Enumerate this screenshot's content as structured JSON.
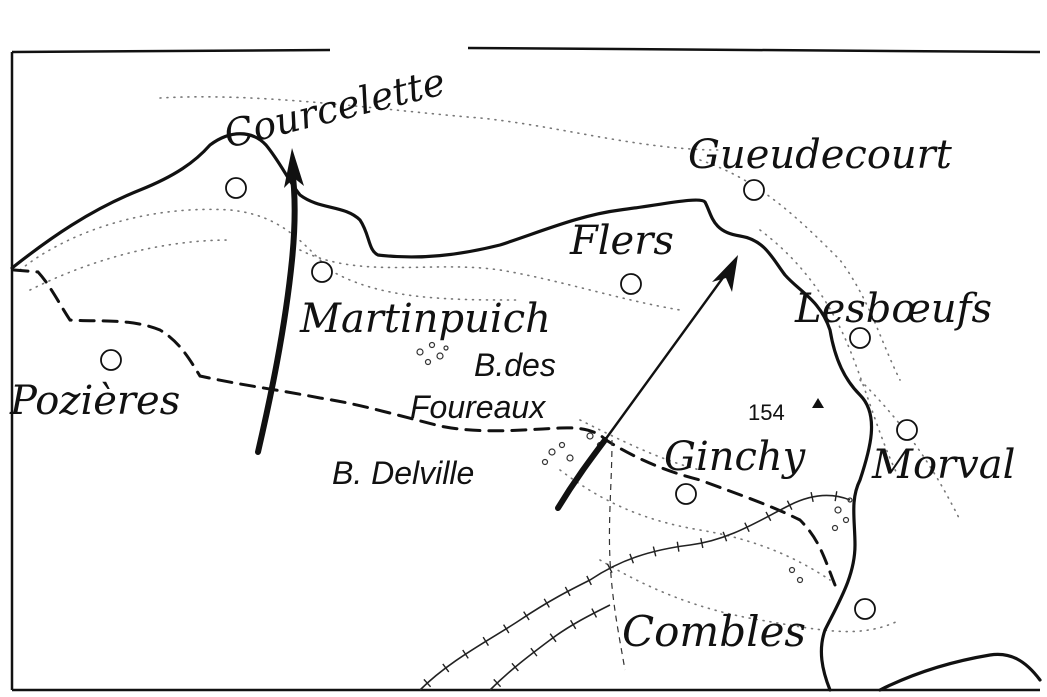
{
  "map": {
    "places": [
      {
        "id": "courcelette",
        "label": "Courcelette"
      },
      {
        "id": "gueudecourt",
        "label": "Gueudecourt"
      },
      {
        "id": "flers",
        "label": "Flers"
      },
      {
        "id": "martinpuich",
        "label": "Martinpuich"
      },
      {
        "id": "lesboeufs",
        "label": "Lesbœufs"
      },
      {
        "id": "pozieres",
        "label": "Pozières"
      },
      {
        "id": "ginchy",
        "label": "Ginchy"
      },
      {
        "id": "morval",
        "label": "Morval"
      },
      {
        "id": "combles",
        "label": "Combles"
      }
    ],
    "woods": [
      {
        "id": "bois-des-foureaux",
        "label_line1": "B.des",
        "label_line2": "Foureaux"
      },
      {
        "id": "bois-delville",
        "label": "B. Delville"
      }
    ],
    "spot_height": "154",
    "line_color": "#111111",
    "background": "#ffffff"
  }
}
